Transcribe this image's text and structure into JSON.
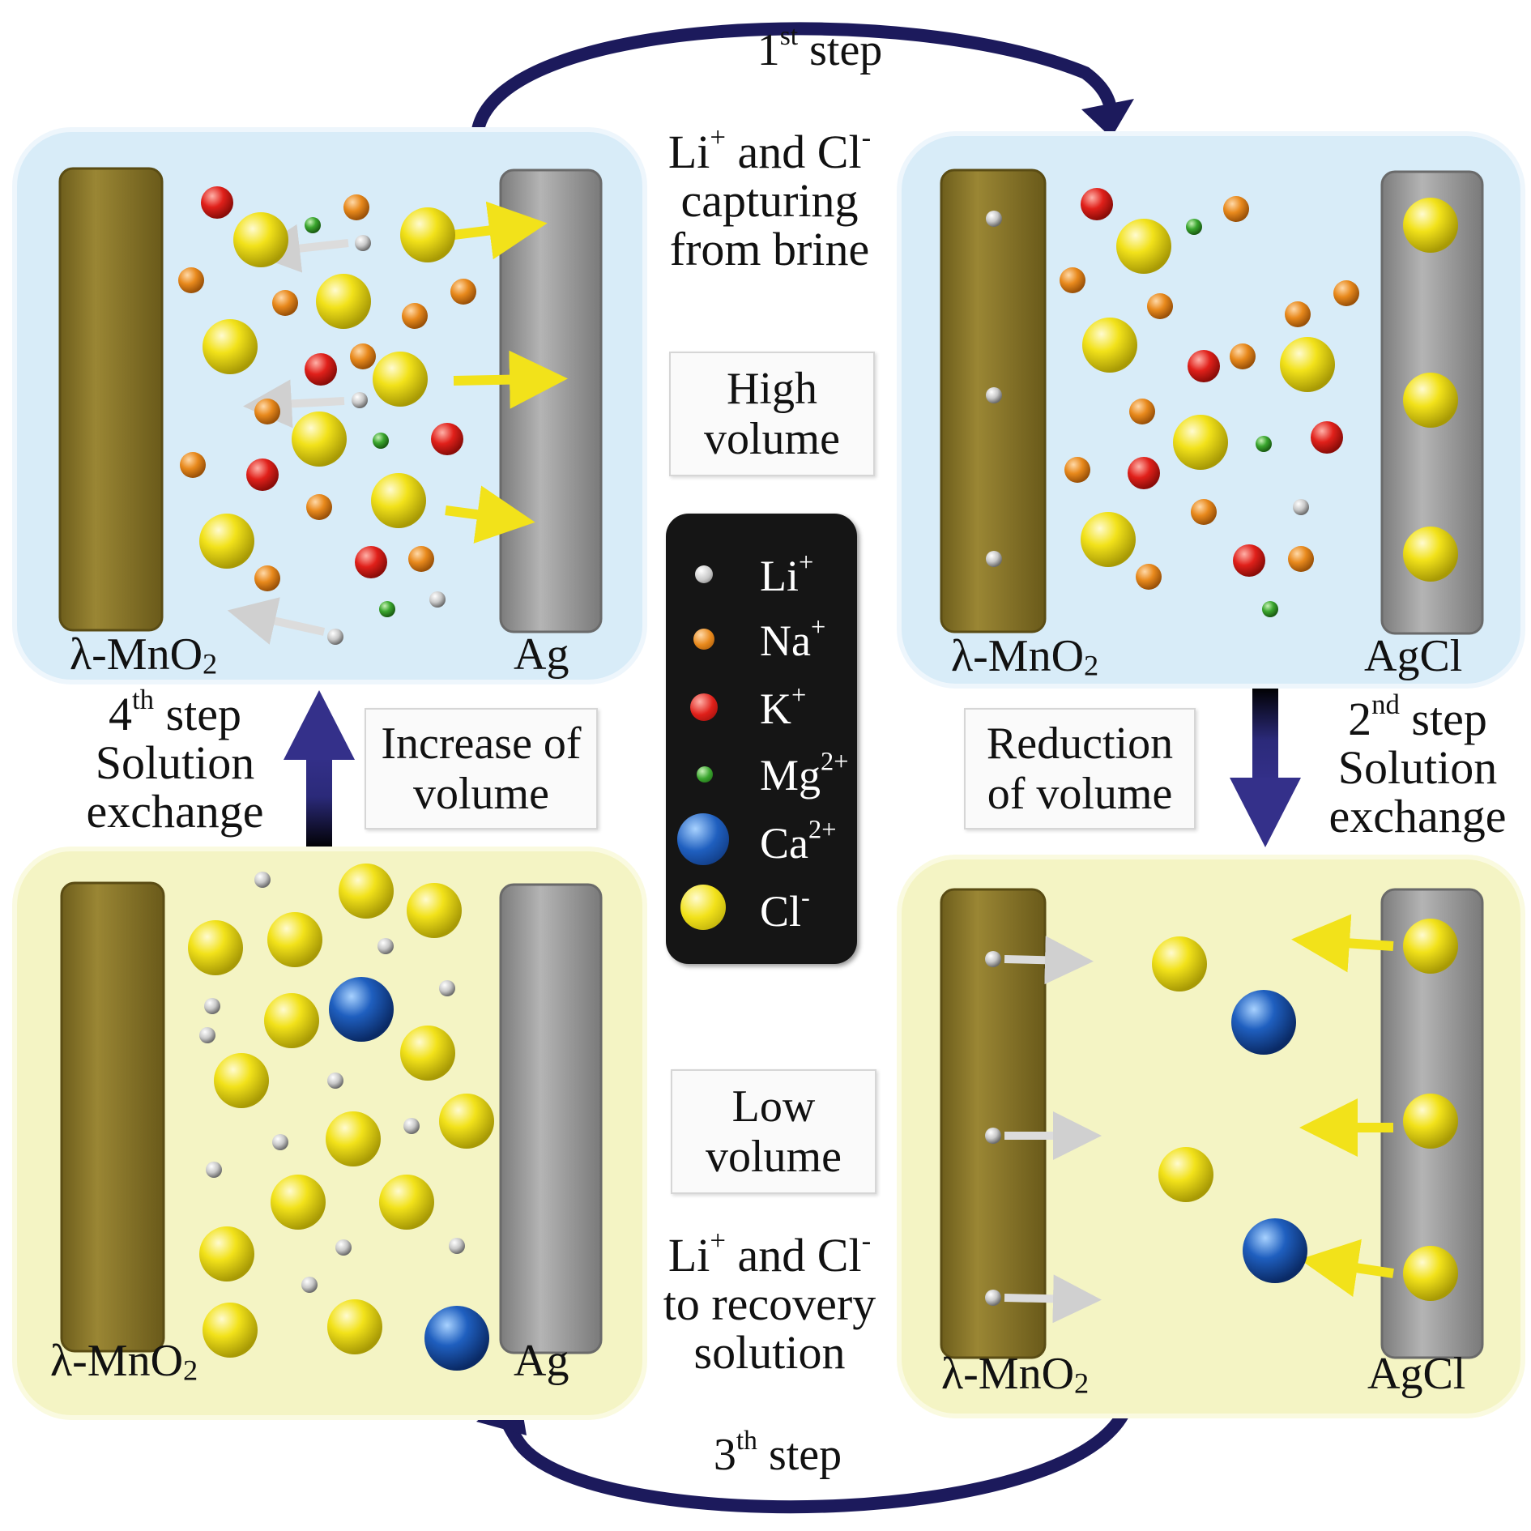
{
  "steps": {
    "step1": {
      "num": "1",
      "suffix": "st",
      "word": " step"
    },
    "step2": {
      "num": "2",
      "suffix": "nd",
      "word": " step",
      "line2": "Solution",
      "line3": "exchange"
    },
    "step3": {
      "num": "3",
      "suffix": "th",
      "word": " step"
    },
    "step4": {
      "num": "4",
      "suffix": "th",
      "word": " step",
      "line2": "Solution",
      "line3": "exchange"
    }
  },
  "capture_text": {
    "li": "Li",
    "li_charge": "+",
    "and_cl": " and Cl",
    "cl_charge": "-",
    "line2": "capturing",
    "line3": "from brine"
  },
  "recovery_text": {
    "li": "Li",
    "li_charge": "+",
    "and_cl": " and Cl",
    "cl_charge": "-",
    "line2": "to recovery",
    "line3": "solution"
  },
  "boxes": {
    "high_volume": {
      "line1": "High",
      "line2": "volume"
    },
    "low_volume": {
      "line1": "Low",
      "line2": "volume"
    },
    "increase": {
      "line1": "Increase of",
      "line2": "volume"
    },
    "reduction": {
      "line1": "Reduction",
      "line2": "of volume"
    }
  },
  "panels": {
    "top_left": {
      "left_electrode": "λ-MnO",
      "left_sub": "2",
      "right_electrode": "Ag"
    },
    "top_right": {
      "left_electrode": "λ-MnO",
      "left_sub": "2",
      "right_electrode": "AgCl"
    },
    "bottom_left": {
      "left_electrode": "λ-MnO",
      "left_sub": "2",
      "right_electrode": "Ag"
    },
    "bottom_right": {
      "left_electrode": "λ-MnO",
      "left_sub": "2",
      "right_electrode": "AgCl"
    }
  },
  "legend": [
    {
      "ion": "Li",
      "charge": "+",
      "color": "#c8c8c8",
      "size": "small",
      "icon": "li-ion-icon"
    },
    {
      "ion": "Na",
      "charge": "+",
      "color": "#e8891c",
      "size": "small",
      "icon": "na-ion-icon"
    },
    {
      "ion": "K",
      "charge": "+",
      "color": "#e0201a",
      "size": "medium",
      "icon": "k-ion-icon"
    },
    {
      "ion": "Mg",
      "charge": "2+",
      "color": "#3aa62e",
      "size": "tiny",
      "icon": "mg-ion-icon"
    },
    {
      "ion": "Ca",
      "charge": "2+",
      "color": "#1f5fbf",
      "size": "large",
      "icon": "ca-ion-icon"
    },
    {
      "ion": "Cl",
      "charge": "-",
      "color": "#f2e21a",
      "size": "large",
      "icon": "cl-ion-icon"
    }
  ],
  "colors": {
    "brine_panel": "#d8ecf8",
    "recovery_panel": "#f4f4c4",
    "mno2_electrode": "#8c7a2c",
    "ag_electrode": "#a4a4a4",
    "cycle_arrow": "#1c1a5c"
  }
}
